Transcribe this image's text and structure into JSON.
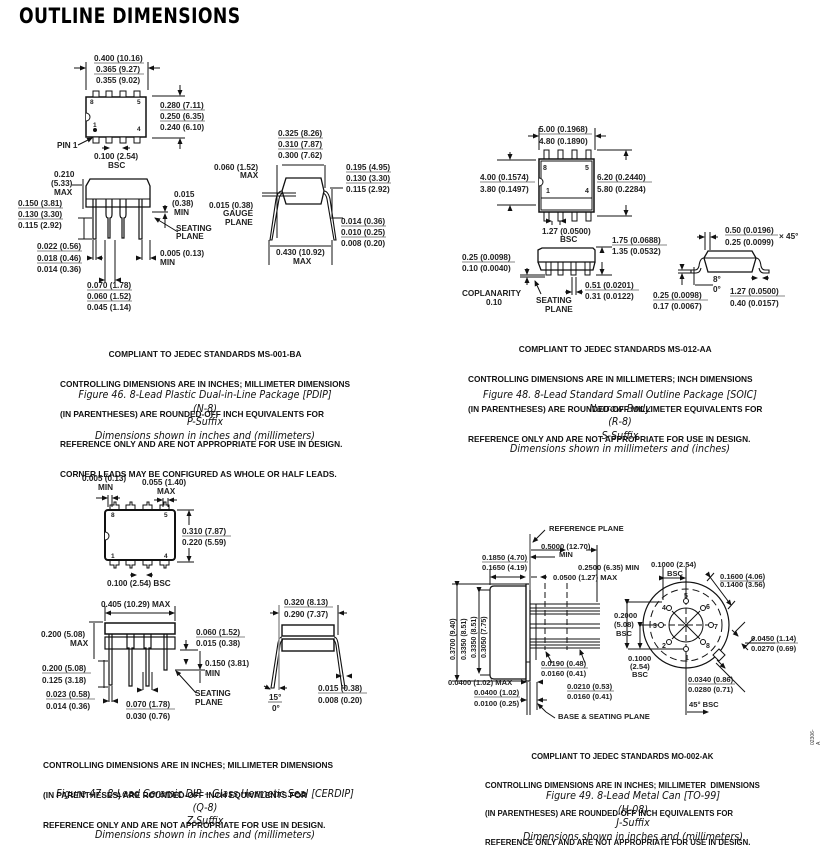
{
  "page_title": "OUTLINE DIMENSIONS",
  "figures": [
    {
      "id": "fig46",
      "caption_lines": [
        "Figure 46. 8-Lead Plastic Dual-in-Line Package [PDIP]",
        "(N-8)",
        "P-Suffix",
        "Dimensions shown in inches and (millimeters)"
      ],
      "jedec": "COMPLIANT TO JEDEC STANDARDS MS-001-BA",
      "notes": [
        "CONTROLLING DIMENSIONS ARE IN INCHES; MILLIMETER DIMENSIONS",
        "(IN PARENTHESES) ARE ROUNDED-OFF INCH EQUIVALENTS FOR",
        "REFERENCE ONLY AND ARE NOT APPROPRIATE FOR USE IN DESIGN.",
        "CORNER LEADS MAY BE CONFIGURED AS WHOLE OR HALF LEADS."
      ],
      "labels": {
        "len_max": "0.400 (10.16)",
        "len_nom": "0.365 (9.27)",
        "len_min": "0.355 (9.02)",
        "w_max": "0.280 (7.11)",
        "w_nom": "0.250 (6.35)",
        "w_min": "0.240 (6.10)",
        "pin1": "PIN 1",
        "pin_8": "8",
        "pin_5": "5",
        "pin_1": "1",
        "pin_4": "4",
        "pitch": "0.100 (2.54)",
        "bsc": "BSC",
        "h_max_a": "0.210",
        "h_max_b": "(5.33)",
        "h_max_c": "MAX",
        "lead_len_max": "0.150 (3.81)",
        "lead_len_nom": "0.130 (3.30)",
        "lead_len_min": "0.115 (2.92)",
        "standoff_a": "0.015",
        "standoff_b": "(0.38)",
        "standoff_c": "MIN",
        "seating_a": "SEATING",
        "seating_b": "PLANE",
        "lead_w_max": "0.022 (0.56)",
        "lead_w_nom": "0.018 (0.46)",
        "lead_w_min": "0.014 (0.36)",
        "gap_a": "0.005 (0.13)",
        "gap_b": "MIN",
        "shoulder_max": "0.070 (1.78)",
        "shoulder_nom": "0.060 (1.52)",
        "shoulder_min": "0.045 (1.14)",
        "row_max": "0.325 (8.26)",
        "row_nom": "0.310 (7.87)",
        "row_min": "0.300 (7.62)",
        "flange_a": "0.060 (1.52)",
        "flange_b": "MAX",
        "gauge_a": "0.015 (0.38)",
        "gauge_b": "GAUGE",
        "gauge_c": "PLANE",
        "body_h_max": "0.195 (4.95)",
        "body_h_nom": "0.130 (3.30)",
        "body_h_min": "0.115 (2.92)",
        "thk_max": "0.014 (0.36)",
        "thk_nom": "0.010 (0.25)",
        "thk_min": "0.008 (0.20)",
        "span_a": "0.430 (10.92)",
        "span_b": "MAX"
      }
    },
    {
      "id": "fig48",
      "caption_lines": [
        "Figure 48. 8-Lead Standard Small Outline Package [SOIC]",
        "Narrow Body",
        "(R-8)",
        "S-Suffix",
        "Dimensions shown in millimeters and (inches)"
      ],
      "jedec": "COMPLIANT TO JEDEC STANDARDS MS-012-AA",
      "notes": [
        "CONTROLLING DIMENSIONS ARE IN MILLIMETERS; INCH DIMENSIONS",
        "(IN PARENTHESES) ARE ROUNDED-OFF MILLIMETER EQUIVALENTS FOR",
        "REFERENCE ONLY AND ARE NOT APPROPRIATE FOR USE IN DESIGN."
      ],
      "labels": {
        "len_max": "5.00 (0.1968)",
        "len_min": "4.80 (0.1890)",
        "body_w_max": "4.00 (0.1574)",
        "body_w_min": "3.80 (0.1497)",
        "tot_w_max": "6.20 (0.2440)",
        "tot_w_min": "5.80 (0.2284)",
        "pin_8": "8",
        "pin_5": "5",
        "pin_1": "1",
        "pin_4": "4",
        "pitch": "1.27 (0.0500)",
        "bsc": "BSC",
        "h_max": "1.75 (0.0688)",
        "h_min": "1.35 (0.0532)",
        "standoff_max": "0.25 (0.0098)",
        "standoff_min": "0.10 (0.0040)",
        "coplanarity_a": "COPLANARITY",
        "coplanarity_b": "0.10",
        "seating_a": "SEATING",
        "seating_b": "PLANE",
        "lead_w_max": "0.51 (0.0201)",
        "lead_w_min": "0.31 (0.0122)",
        "chamfer_max": "0.50 (0.0196)",
        "chamfer_min": "0.25 (0.0099)",
        "chamfer_angle": "× 45°",
        "angle_max": "8°",
        "angle_min": "0°",
        "thk_max": "0.25 (0.0098)",
        "thk_min": "0.17 (0.0067)",
        "foot_max": "1.27 (0.0500)",
        "foot_min": "0.40 (0.0157)"
      }
    },
    {
      "id": "fig47",
      "caption_lines": [
        "Figure 47. 8-Lead Ceramic DIP – Glass Hermetic Seal [CERDIP]",
        "(Q-8)",
        "Z-Suffix",
        "Dimensions shown in inches and (millimeters)"
      ],
      "notes": [
        "CONTROLLING DIMENSIONS ARE IN INCHES; MILLIMETER DIMENSIONS",
        "(IN PARENTHESES) ARE ROUNDED-OFF INCH EQUIVALENTS FOR",
        "REFERENCE ONLY AND ARE NOT APPROPRIATE FOR USE IN DESIGN."
      ],
      "labels": {
        "edge_a": "0.005 (0.13)",
        "edge_b": "MIN",
        "lead_a": "0.055 (1.40)",
        "lead_b": "MAX",
        "pin_8": "8",
        "pin_5": "5",
        "pin_1": "1",
        "pin_4": "4",
        "w_max": "0.310 (7.87)",
        "w_min": "0.220 (5.59)",
        "pitch": "0.100 (2.54) BSC",
        "len": "0.405 (10.29) MAX",
        "h_a": "0.200 (5.08)",
        "h_b": "MAX",
        "shoulder_max": "0.060 (1.52)",
        "shoulder_min": "0.015 (0.38)",
        "lead_len_max": "0.200 (5.08)",
        "lead_len_min": "0.125 (3.18)",
        "standoff_a": "0.150 (3.81)",
        "standoff_b": "MIN",
        "seating_a": "SEATING",
        "seating_b": "PLANE",
        "lead_w_max": "0.023 (0.58)",
        "lead_w_min": "0.014 (0.36)",
        "upper_w_max": "0.070 (1.78)",
        "upper_w_min": "0.030 (0.76)",
        "row_max": "0.320 (8.13)",
        "row_min": "0.290 (7.37)",
        "angle_max": "15°",
        "angle_min": "0°",
        "thk_max": "0.015 (0.38)",
        "thk_min": "0.008 (0.20)"
      }
    },
    {
      "id": "fig49",
      "caption_lines": [
        "Figure 49. 8-Lead Metal Can [TO-99]",
        "(H-08)",
        "J-Suffix",
        "Dimensions shown in inches and (millimeters)"
      ],
      "jedec": "COMPLIANT TO JEDEC STANDARDS MO-002-AK",
      "notes": [
        "CONTROLLING DIMENSIONS ARE IN INCHES; MILLIMETER  DIMENSIONS",
        "(IN PARENTHESES) ARE ROUNDED-OFF INCH EQUIVALENTS FOR",
        "REFERENCE ONLY AND ARE NOT APPROPRIATE FOR USE IN DESIGN."
      ],
      "labels": {
        "ref_plane": "REFERENCE PLANE",
        "lead_len_a": "0.5000 (12.70)",
        "lead_len_b": "MIN",
        "h_max": "0.1850 (4.70)",
        "h_min": "0.1650 (4.19)",
        "mid_len": "0.2500 (6.35) MIN",
        "flange_t": "0.0500 (1.27) MAX",
        "dia_max": "0.3700 (9.40)",
        "dia_min": "0.3350 (8.51)",
        "body_max": "0.3350 (8.51)",
        "body_min": "0.3050 (7.75)",
        "lead_dia_max": "0.0190 (0.48)",
        "lead_dia_min": "0.0160 (0.41)",
        "lead2_max": "0.0210 (0.53)",
        "lead2_min": "0.0160 (0.41)",
        "flange_max": "0.0400 (1.02) MAX",
        "base_max": "0.0400 (1.02)",
        "base_min": "0.0100 (0.25)",
        "base_plane": "BASE & SEATING PLANE",
        "pitch_a": "0.1000 (2.54)",
        "pitch_b": "BSC",
        "pcd_a": "0.2000",
        "pcd_b": "(5.08)",
        "pcd_c": "BSC",
        "half_a": "0.1000",
        "half_b": "(2.54)",
        "half_c": "BSC",
        "circle_max": "0.1600 (4.06)",
        "circle_min": "0.1400 (3.56)",
        "tab_w_max": "0.0450 (1.14)",
        "tab_w_min": "0.0270 (0.69)",
        "tab_l_max": "0.0340 (0.86)",
        "tab_l_min": "0.0280 (0.71)",
        "angle": "45° BSC",
        "pins": [
          "1",
          "2",
          "3",
          "4",
          "5",
          "6",
          "7",
          "8"
        ]
      }
    }
  ],
  "doc_tag": "02306-A"
}
